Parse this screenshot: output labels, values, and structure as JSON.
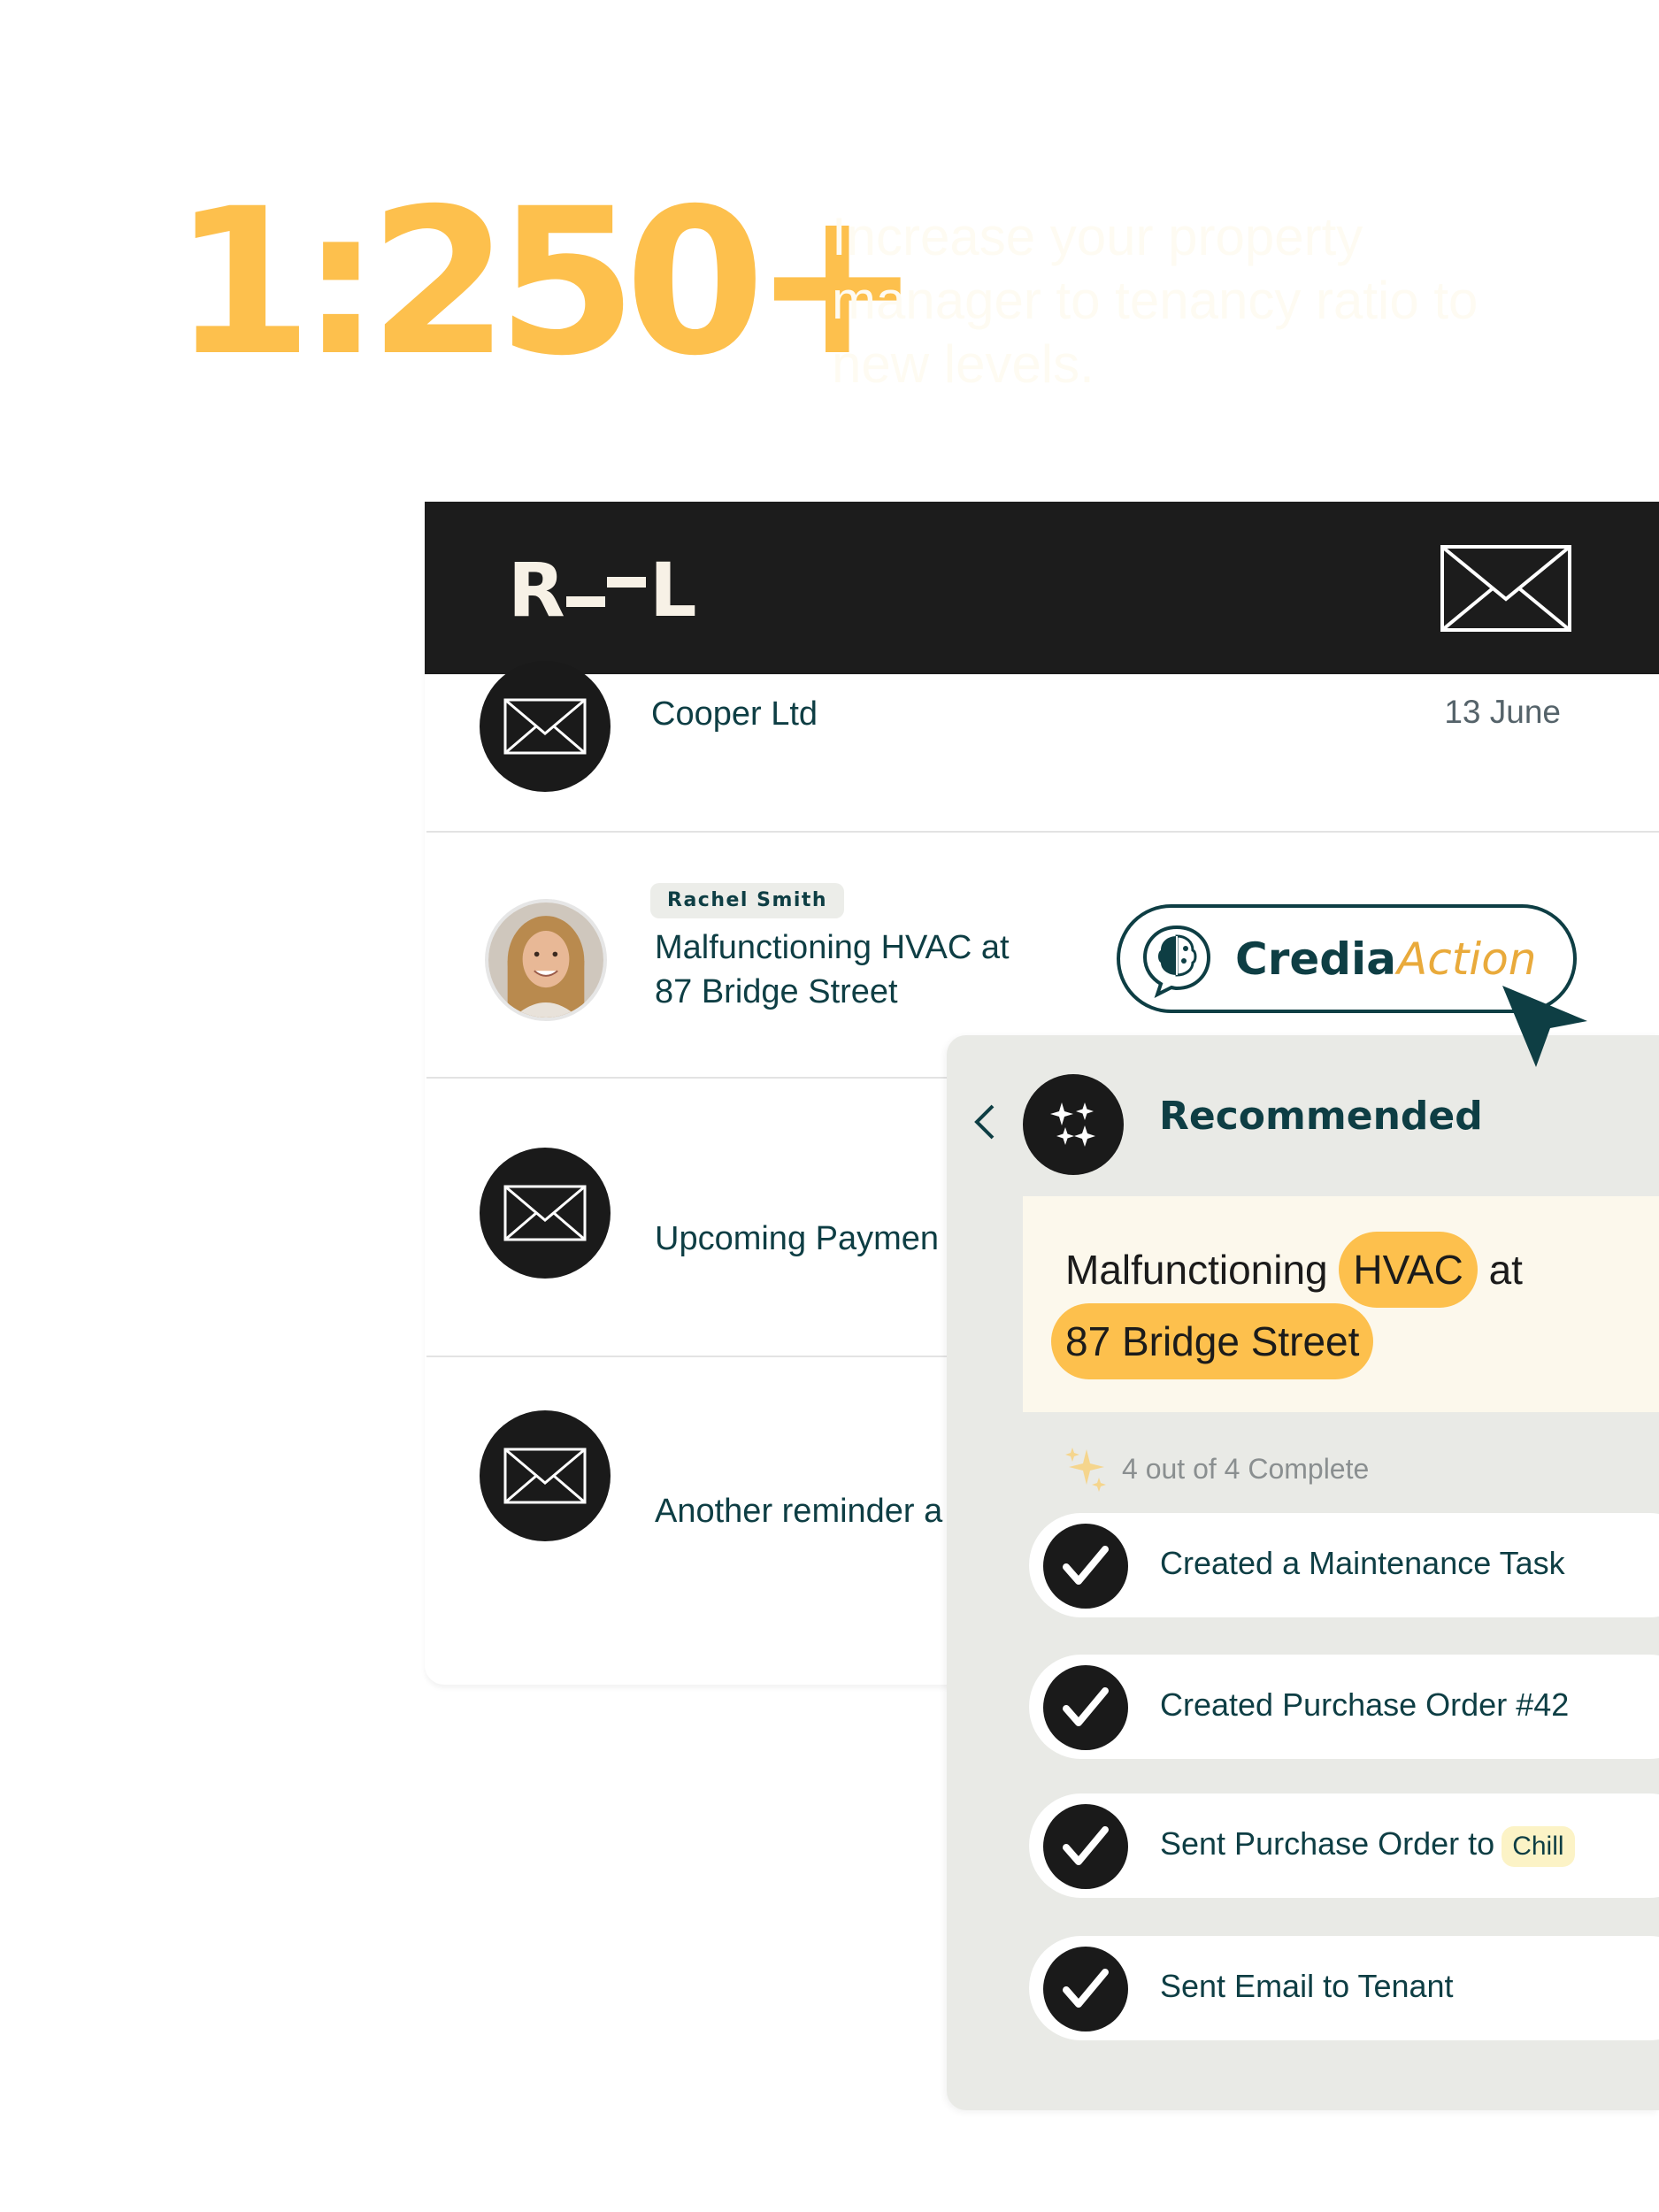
{
  "hero": {
    "stat": "1:250+",
    "tagline": "Increase your property manager to tenancy ratio to new levels."
  },
  "topbar": {
    "logo_left": "R",
    "logo_right": "L",
    "mail_icon": "envelope-icon"
  },
  "inbox": {
    "rows": [
      {
        "subject": "Cooper Ltd",
        "date": "13 June",
        "icon": "envelope-icon"
      },
      {
        "sender": "Rachel Smith",
        "subject": "Malfunctioning HVAC at 87 Bridge Street"
      },
      {
        "subject": "Upcoming Paymen",
        "icon": "envelope-icon"
      },
      {
        "subject": "Another reminder a",
        "icon": "envelope-icon"
      }
    ]
  },
  "credia": {
    "word": "Credia",
    "action": "Action",
    "icon": "brain-chat-icon"
  },
  "panel": {
    "title": "Recommended",
    "issue": {
      "prefix": "Malfunctioning",
      "highlight_1": "HVAC",
      "suffix": "at",
      "highlight_2": "87 Bridge Street"
    },
    "progress": "4 out of 4 Complete",
    "tasks": [
      {
        "label": "Created a Maintenance Task"
      },
      {
        "label": "Created Purchase Order #42"
      },
      {
        "label": "Sent Purchase Order to",
        "tag": "Chill"
      },
      {
        "label": "Sent Email to Tenant"
      }
    ]
  },
  "colors": {
    "accent_yellow": "#fdc04d",
    "dark_teal": "#0e3e44",
    "topbar": "#1c1c1c",
    "panel_bg": "#e9eae6",
    "card_bg": "#fcf8ec"
  }
}
